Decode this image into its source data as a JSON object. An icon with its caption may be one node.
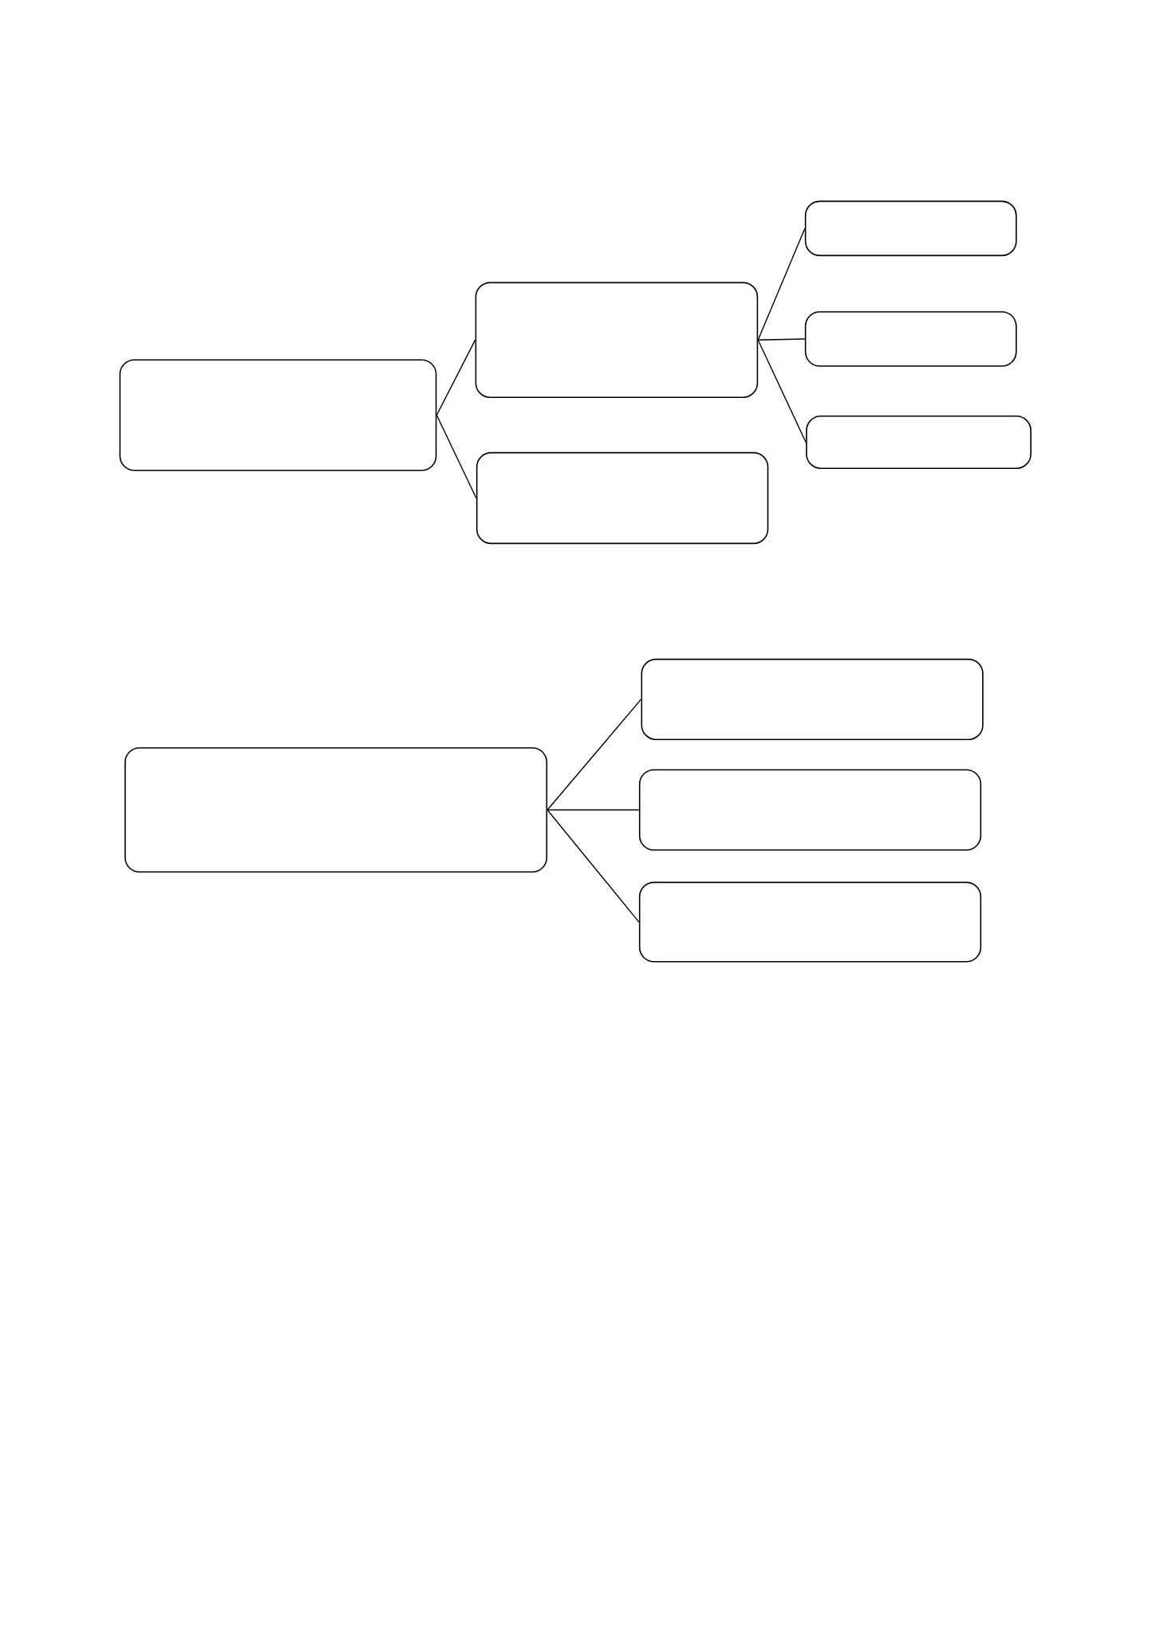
{
  "diagram": {
    "nodes": [
      {
        "text": [],
        "shape": "box"
      },
      {
        "text": [],
        "shape": "box"
      },
      {
        "text": [],
        "shape": "box"
      },
      {
        "text": [],
        "shape": "box"
      },
      {
        "text": [],
        "shape": "box"
      },
      {
        "text": [],
        "shape": "box"
      },
      {
        "text": [],
        "shape": "box"
      },
      {
        "text": [],
        "shape": "box"
      },
      {
        "text": [],
        "shape": "box"
      },
      {
        "text": [],
        "shape": "box"
      }
    ],
    "edges": [
      {
        "from": 0,
        "to": 1,
        "arrow": "none"
      },
      {
        "from": 0,
        "to": 2,
        "arrow": "none"
      },
      {
        "from": 1,
        "to": 3,
        "arrow": "none"
      },
      {
        "from": 1,
        "to": 4,
        "arrow": "none"
      },
      {
        "from": 1,
        "to": 5,
        "arrow": "none"
      },
      {
        "from": 6,
        "to": 7,
        "arrow": "none"
      },
      {
        "from": 6,
        "to": 8,
        "arrow": "none"
      },
      {
        "from": 6,
        "to": 9,
        "arrow": "none"
      }
    ]
  }
}
